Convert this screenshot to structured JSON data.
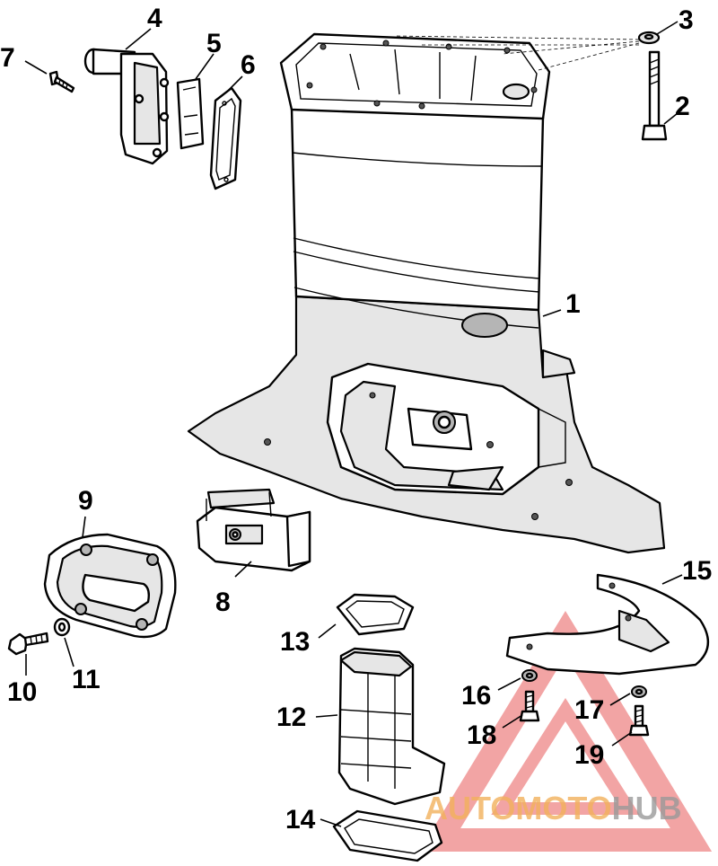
{
  "callouts": [
    {
      "id": "1",
      "text": "1"
    },
    {
      "id": "2",
      "text": "2"
    },
    {
      "id": "3",
      "text": "3"
    },
    {
      "id": "4",
      "text": "4"
    },
    {
      "id": "5",
      "text": "5"
    },
    {
      "id": "6",
      "text": "6"
    },
    {
      "id": "7",
      "text": "7"
    },
    {
      "id": "8",
      "text": "8"
    },
    {
      "id": "9",
      "text": "9"
    },
    {
      "id": "10",
      "text": "10"
    },
    {
      "id": "11",
      "text": "11"
    },
    {
      "id": "12",
      "text": "12"
    },
    {
      "id": "13",
      "text": "13"
    },
    {
      "id": "14",
      "text": "14"
    },
    {
      "id": "15",
      "text": "15"
    },
    {
      "id": "16",
      "text": "16"
    },
    {
      "id": "17",
      "text": "17"
    },
    {
      "id": "18",
      "text": "18"
    },
    {
      "id": "19",
      "text": "19"
    }
  ],
  "watermark": {
    "part1": "AUTOMOTO",
    "part2": "HUB",
    "color1": "#f2b15c",
    "color2": "#9a9a9a",
    "triangle_color": "#e85a5a"
  }
}
